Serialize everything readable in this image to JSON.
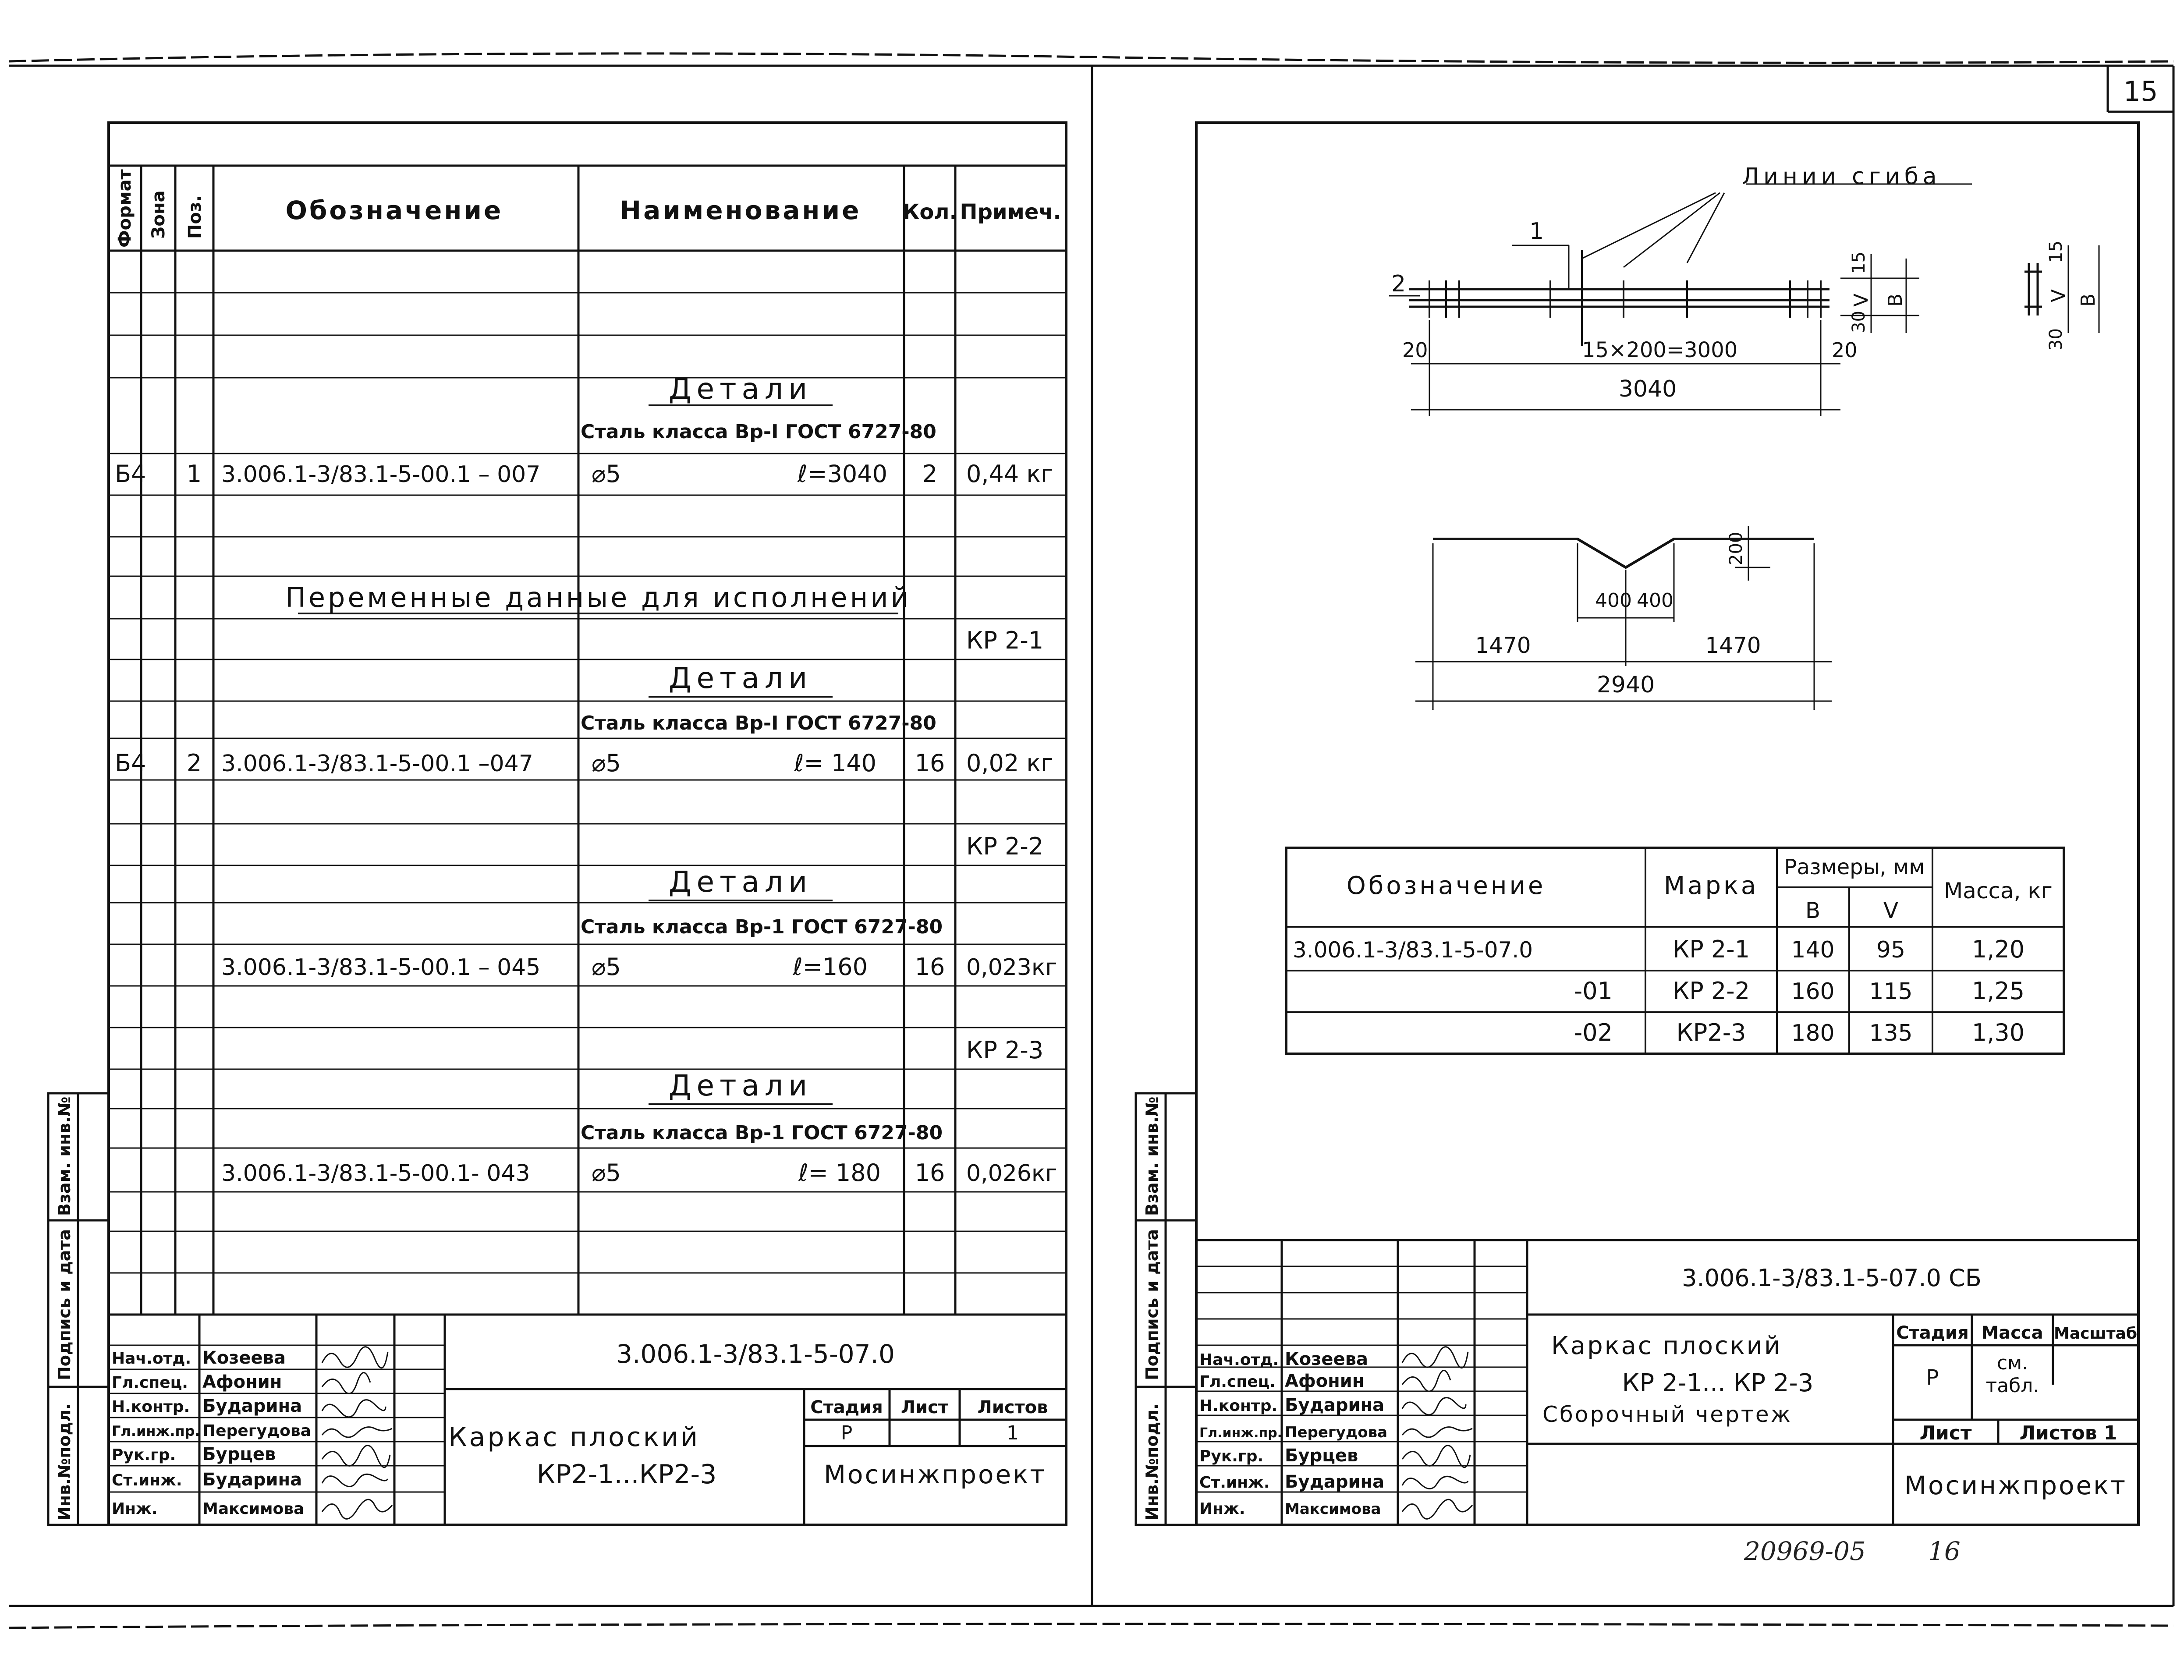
{
  "page_number": "15",
  "spec": {
    "headers": {
      "format": "Формат",
      "zone": "Зона",
      "pos": "Поз.",
      "designation": "Обозначение",
      "name": "Наименование",
      "qty": "Кол.",
      "note": "Примеч."
    },
    "section_details": "Детали",
    "steel_class_1": "Сталь класса Вр-I ГОСТ 6727-80",
    "row1": {
      "format": "Б4",
      "pos": "1",
      "designation": "3.006.1-3/83.1-5-00.1 – 007",
      "dia": "⌀5",
      "length": "ℓ=3040",
      "qty": "2",
      "note": "0,44 кг"
    },
    "variable_data": "Переменные данные для исполнений",
    "kp21": "КР 2-1",
    "steel_class_2": "Сталь класса Вр-I ГОСТ 6727-80",
    "row2": {
      "format": "Б4",
      "pos": "2",
      "designation": "3.006.1-3/83.1-5-00.1 –047",
      "dia": "⌀5",
      "length": "ℓ= 140",
      "qty": "16",
      "note": "0,02 кг"
    },
    "kp22": "КР 2-2",
    "steel_class_3": "Сталь класса Вр-1 ГОСТ 6727-80",
    "row3": {
      "designation": "3.006.1-3/83.1-5-00.1 – 045",
      "dia": "⌀5",
      "length": "ℓ=160",
      "qty": "16",
      "note": "0,023кг"
    },
    "kp23": "КР 2-3",
    "steel_class_4": "Сталь класса Вр-1 ГОСТ 6727-80",
    "row4": {
      "designation": "3.006.1-3/83.1-5-00.1- 043",
      "dia": "⌀5",
      "length": "ℓ= 180",
      "qty": "16",
      "note": "0,026кг"
    }
  },
  "side_labels": {
    "inv_orig": "Инв.№подл.",
    "sign_date": "Подпись и дата",
    "vzam": "Взам. инв.№"
  },
  "stamp_left": {
    "code": "3.006.1-3/83.1-5-07.0",
    "title_l1": "Каркас плоский",
    "title_l2": "КР2-1...КР2-3",
    "stage_h": "Стадия",
    "sheet_h": "Лист",
    "sheets_h": "Листов",
    "stage": "Р",
    "sheets": "1",
    "org": "Мосинжпроект"
  },
  "staff": [
    {
      "role": "Нач.отд.",
      "name": "Козеева"
    },
    {
      "role": "Гл.спец.",
      "name": "Афонин"
    },
    {
      "role": "Н.контр.",
      "name": "Бударина"
    },
    {
      "role": "Гл.инж.пр.",
      "name": "Перегудова"
    },
    {
      "role": "Рук.гр.",
      "name": "Бурцев"
    },
    {
      "role": "Ст.инж.",
      "name": "Бударина"
    },
    {
      "role": "Инж.",
      "name": "Максимова"
    }
  ],
  "drawing": {
    "bend_lines": "Линии сгиба",
    "lbl_1": "1",
    "lbl_2": "2",
    "d20a": "20",
    "d_span": "15×200=3000",
    "d20b": "20",
    "d3040": "3040",
    "d15": "15",
    "d30": "30",
    "dV": "V",
    "dB": "В",
    "d400a": "400",
    "d400b": "400",
    "d1470a": "1470",
    "d1470b": "1470",
    "d2940": "2940",
    "d200": "200"
  },
  "mark_table": {
    "h_designation": "Обозначение",
    "h_mark": "Марка",
    "h_sizes": "Размеры, мм",
    "h_B": "В",
    "h_V": "V",
    "h_mass": "Масса, кг",
    "rows": [
      {
        "designation": "3.006.1-3/83.1-5-07.0",
        "mark": "КР 2-1",
        "B": "140",
        "V": "95",
        "mass": "1,20"
      },
      {
        "designation": "-01",
        "mark": "КР 2-2",
        "B": "160",
        "V": "115",
        "mass": "1,25"
      },
      {
        "designation": "-02",
        "mark": "КР2-3",
        "B": "180",
        "V": "135",
        "mass": "1,30"
      }
    ]
  },
  "stamp_right": {
    "code": "3.006.1-3/83.1-5-07.0 СБ",
    "title_l1": "Каркас плоский",
    "title_l2": "КР 2-1... КР 2-3",
    "title_l3": "Сборочный чертеж",
    "stage_h": "Стадия",
    "mass_h": "Масса",
    "scale_h": "Масштаб",
    "stage": "Р",
    "mass": "см. табл.",
    "sheet_h": "Лист",
    "sheets_h": "Листов 1",
    "org": "Мосинжпроект"
  },
  "archive_number": "20969-05",
  "archive_sheet": "16"
}
